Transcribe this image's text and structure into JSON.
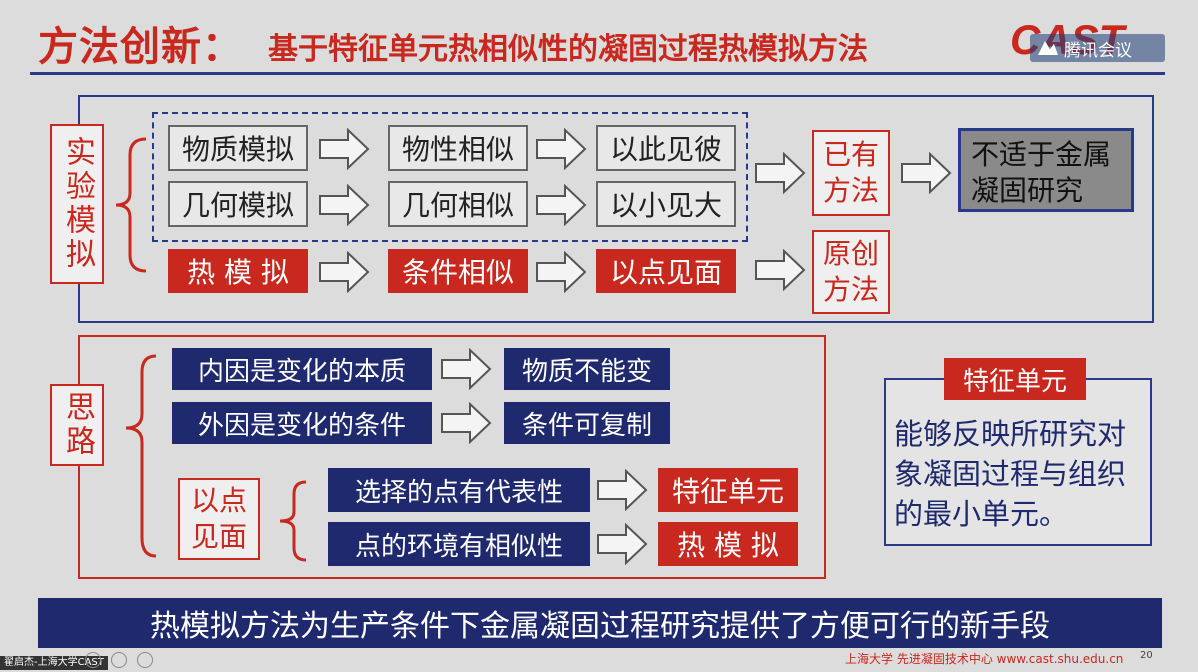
{
  "title": {
    "main": "方法创新：",
    "sub": "基于特征单元热相似性的凝固过程热模拟方法"
  },
  "logo": {
    "text": "CAST"
  },
  "overlay": {
    "text": "腾讯会议"
  },
  "experiment": {
    "label": "实验模拟",
    "row1": [
      "物质模拟",
      "物性相似",
      "以此见彼"
    ],
    "row2": [
      "几何模拟",
      "几何相似",
      "以小见大"
    ],
    "row3": [
      "热 模 拟",
      "条件相似",
      "以点见面"
    ],
    "existing": "已有方法",
    "original": "原创方法",
    "unsuitable": "不适于金属凝固研究"
  },
  "thinking": {
    "label": "思路",
    "row1": [
      "内因是变化的本质",
      "物质不能变"
    ],
    "row2": [
      "外因是变化的条件",
      "条件可复制"
    ],
    "sub_label": "以点见面",
    "row3": [
      "选择的点有代表性",
      "特征单元"
    ],
    "row4": [
      "点的环境有相似性",
      "热 模 拟"
    ]
  },
  "feature_unit": {
    "title": "特征单元",
    "text": "能够反映所研究对象凝固过程与组织的最小单元。"
  },
  "banner": "热模拟方法为生产条件下金属凝固过程研究提供了方便可行的新手段",
  "footer": "上海大学  先进凝固技术中心  www.cast.shu.edu.cn",
  "page_number": "20",
  "caption": "翟启杰-上海大学CAST"
}
